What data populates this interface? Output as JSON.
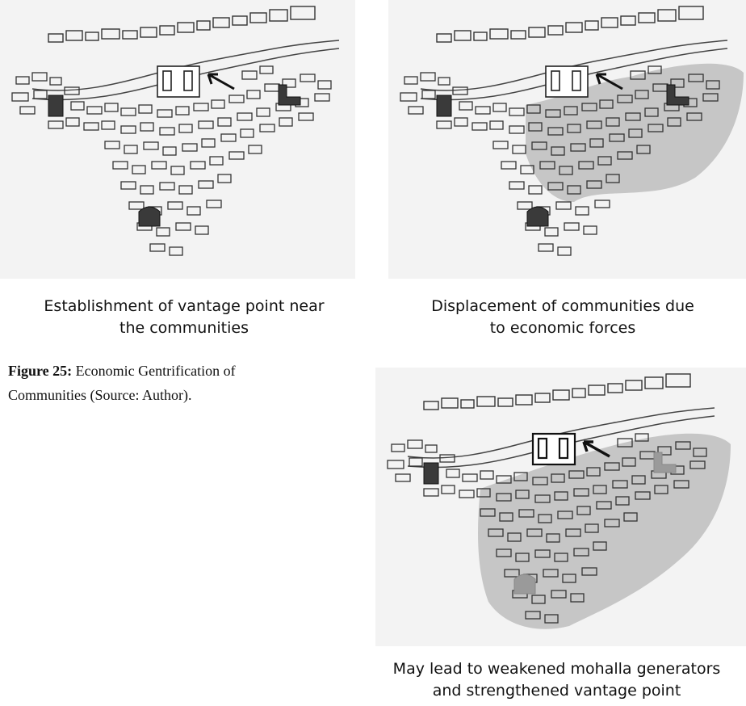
{
  "panels": [
    {
      "caption_line1": "Establishment of vantage point near",
      "caption_line2": "the communities",
      "shaded": "none"
    },
    {
      "caption_line1": "Displacement of communities due",
      "caption_line2": "to economic forces",
      "shaded": "east"
    },
    {
      "caption_line1": "May lead to weakened mohalla generators",
      "caption_line2": "and strengthened vantage point",
      "shaded": "most"
    }
  ],
  "figure": {
    "label": "Figure 25:",
    "text": "Economic Gentrification of Communities (Source: Author)."
  },
  "colors": {
    "panel_bg": "#f3f3f3",
    "building_stroke": "#222222",
    "shade": "#bdbdbd",
    "landmark": "#333333"
  }
}
